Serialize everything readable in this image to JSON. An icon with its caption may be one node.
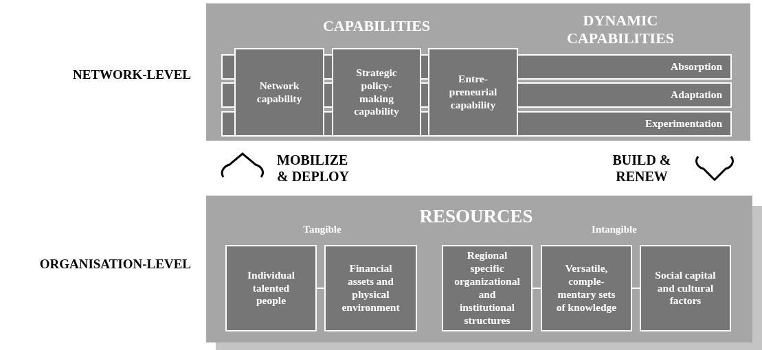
{
  "diagram": {
    "nodes": [
      {
        "text": [
          "CAPABILITIES",
          "DYNAMIC CAPABILITIES"
        ]
      },
      {
        "text": [
          "Network capability"
        ],
        "in": 0
      },
      {
        "text": [
          "Strategic policy- making capability"
        ],
        "in": 0
      },
      {
        "text": [
          "Entre- preneurial capability"
        ],
        "in": 0
      },
      {
        "text": [
          "Absorption"
        ],
        "in": 0
      },
      {
        "text": [
          "Adaptation"
        ],
        "in": 0
      },
      {
        "text": [
          "Experimentation"
        ],
        "in": 0
      },
      {
        "text": [
          "RESOURCES"
        ]
      },
      {
        "text": [
          "Individual talented people"
        ],
        "in": 7
      },
      {
        "text": [
          "Financial assets and physical environment"
        ],
        "in": 7
      },
      {
        "text": [
          "Regional specific organizational and institutional structures"
        ],
        "in": 7
      },
      {
        "text": [
          "Versatile, comple- mentary sets of knowledge"
        ],
        "in": 7
      },
      {
        "text": [
          "Social capital and cultural factors"
        ],
        "in": 7
      }
    ],
    "edges": [
      {
        "from": 8,
        "to": 9,
        "arrow": "none"
      },
      {
        "from": 10,
        "to": 11,
        "arrow": "none"
      },
      {
        "from": 11,
        "to": 12,
        "arrow": "none"
      }
    ],
    "labels": [
      "NETWORK-LEVEL",
      "MOBILIZE & DEPLOY",
      "BUILD & RENEW",
      "Tangible",
      "Intangible",
      "ORGANISATION-LEVEL"
    ]
  }
}
